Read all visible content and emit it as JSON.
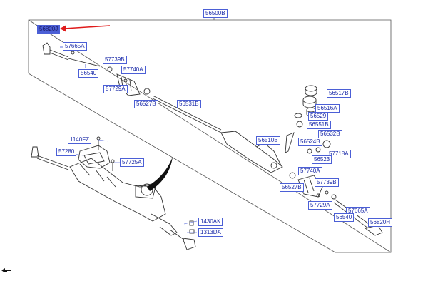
{
  "labels": {
    "l56500B": "56500B",
    "l56820J": "56820J",
    "l57665A_top": "57665A",
    "l56540_top": "56540",
    "l57739B_top": "57739B",
    "l57740A_top": "57740A",
    "l57729A_top": "57729A",
    "l56527B_top": "56527B",
    "l56531B": "56531B",
    "l56517B": "56517B",
    "l56516A": "56516A",
    "l56529": "56529",
    "l56551B": "56551B",
    "l56532B": "56532B",
    "l56510B": "56510B",
    "l56524B": "56524B",
    "l57718A": "57718A",
    "l56523": "56523",
    "l1140FZ": "1140FZ",
    "l57280": "57280",
    "l57725A": "57725A",
    "l57740A_bot": "57740A",
    "l56527B_bot": "56527B",
    "l57739B_bot": "57739B",
    "l57729A_bot": "57729A",
    "l57665A_bot": "57665A",
    "l56540_bot": "56540",
    "l56820H": "56820H",
    "l1430AK": "1430AK",
    "l1313DA": "1313DA"
  },
  "colors": {
    "label_border": "#4b5fd6",
    "label_text": "#1a2aa8",
    "highlight_fill": "#4b5fd6",
    "arrow": "#e01b1b",
    "line": "#333333"
  },
  "icons": {
    "corner": "pointing-hand-icon"
  }
}
